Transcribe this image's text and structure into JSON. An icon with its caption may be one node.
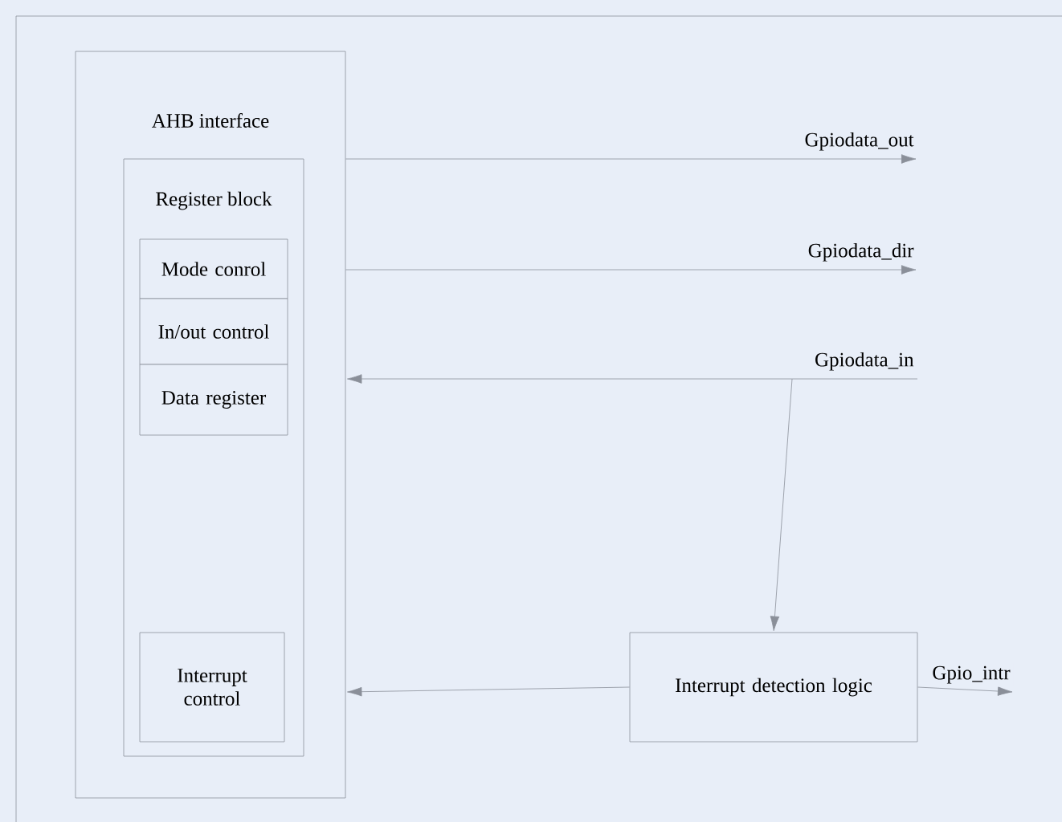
{
  "diagram": {
    "nodes": [
      {
        "text": [
          "AHB interface"
        ]
      },
      {
        "text": [
          "Register block"
        ],
        "in": 0
      },
      {
        "text": [
          "Mode conrol"
        ],
        "in": 1
      },
      {
        "text": [
          "In/out control"
        ],
        "in": 1
      },
      {
        "text": [
          "Data register"
        ],
        "in": 1
      },
      {
        "text": [
          "Interrupt control"
        ],
        "in": 1
      },
      {
        "text": [
          "Interrupt detection logic"
        ]
      }
    ],
    "edges": [
      {
        "from": 0,
        "to": null,
        "arrow": "to",
        "label": "Gpiodata_out"
      },
      {
        "from": 0,
        "to": null,
        "arrow": "to",
        "label": "Gpiodata_dir"
      },
      {
        "from": null,
        "to": 0,
        "arrow": "to",
        "label": "Gpiodata_in"
      },
      {
        "from": null,
        "to": 6,
        "arrow": "to"
      },
      {
        "from": 6,
        "to": 0,
        "arrow": "to"
      },
      {
        "from": 6,
        "to": null,
        "arrow": "to",
        "label": "Gpio_intr"
      }
    ]
  }
}
